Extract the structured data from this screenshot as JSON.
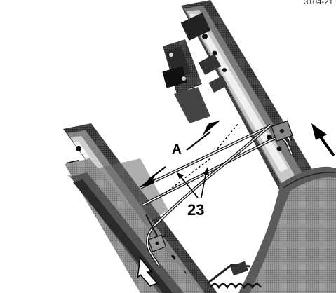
{
  "figure": {
    "reference_code": "3104-21",
    "labels": {
      "dimension": "A",
      "part_number": "23"
    },
    "colors": {
      "ink": "#000000",
      "steel_dark": "#2a2a2a",
      "steel_mid": "#6e6e6e",
      "steel_light": "#b8b8b8",
      "panel_halftone": "#8c8c8c",
      "background": "#ffffff"
    },
    "icons": [
      "direction-arrow",
      "direction-arrow",
      "dimension-arrow",
      "dimension-arrow"
    ]
  }
}
